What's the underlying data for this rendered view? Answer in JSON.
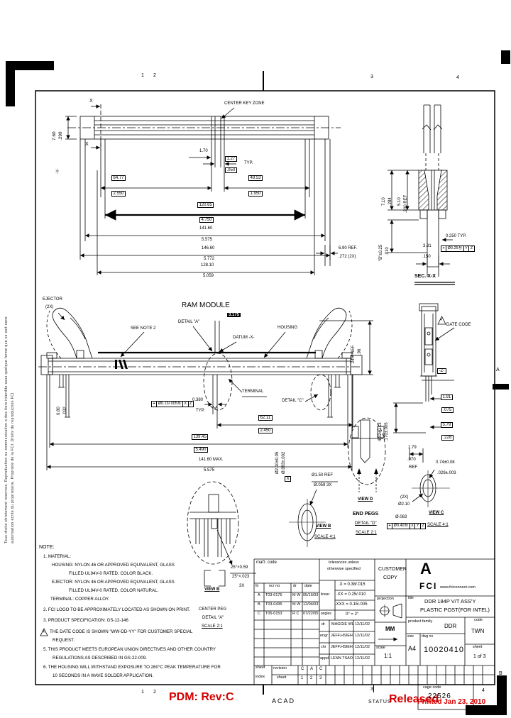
{
  "colors": {
    "ink": "#000000",
    "stamp": "#d40000",
    "paper": "#ffffff"
  },
  "zones": {
    "n1": "1",
    "n2": "2",
    "n3": "3",
    "n4": "4",
    "a": "A",
    "b": "B"
  },
  "margin": {
    "l1": "Tous droits strictement reserves. Reproduction ou communication a des tiers interdite sous quelque forme que ce soit sans",
    "l2": "autorisation ecrite du proprietaire. Propriete de la FCI. Droits de reproduction FCI."
  },
  "tv": {
    "ck": "CENTER KEY ZONE",
    "x": "X",
    "y": "-Y-",
    "h_mm": "7.60",
    "h_in": ".299",
    "d170": "1.70",
    "d127": "1.27",
    "typ": "TYP.",
    "d050": ".050",
    "d6477": "64.77",
    "d2550": "2.550",
    "d4953": "49.53",
    "d1950": "1.950",
    "d12065": "120.65",
    "d4750": "4.750",
    "d14160": "141.60",
    "d5575": "5.575",
    "d14660": "146.60",
    "d5772": "5.772",
    "d12810": "128.10",
    "d5059": "5.059",
    "d690": "6.90 REF.",
    "d272": ".272 (2X)"
  },
  "sx": {
    "label": "SEC. X-X",
    "d710": "7.10",
    "d284": ".284",
    "d510": "5.10",
    "d200": ".200 REF",
    "db": "\"B\"±0.25",
    "d010": ".010",
    "d0250": "0.250 TYP.",
    "d381": "3.81",
    "d150": ".150",
    "fcf_sym": "⌖",
    "fcf_tol": "Ø0.25Ⓜ",
    "fcf_d1": "Y",
    "fcf_d2": "Z"
  },
  "fv": {
    "ejector": "EJECTOR",
    "qty": "(2X)",
    "ram": "RAM MODULE",
    "d3175": "3.175",
    "detail_a": "DETAIL \"A\"",
    "datum_x": "DATUM -X-",
    "housing": "HOUSING",
    "see_note": "SEE NOTE 2",
    "terminal": "TERMINAL",
    "detail_c": "DETAIL \"C\"",
    "d080": "0.80",
    "d032": ".032",
    "fcf_sym": "⌖",
    "fcf_tol": "Ø0.13/.005Ⓜ",
    "fcf_d1": "X",
    "fcf_d2": "Z",
    "d0380": "0.380",
    "typ": "TYP.",
    "d6211": "62.11",
    "d2450": "2.450",
    "d13945": "139.45",
    "d5490": "5.490",
    "d14160": "141.60 MAX.",
    "d5575": "5.575",
    "d244": "24.4 REF.",
    "d96": ".96",
    "d432": "4.32±0.13",
    "d170": ".170±.005",
    "d210": "Ø2.10±0.05",
    "d083": "Ø.083±.002",
    "datum2": "X",
    "d150ref": "Ø1.50 REF",
    "d059": "Ø.059 3X"
  },
  "dt": {
    "flag": "4",
    "date_code": "DATE CODE",
    "datum_z": "-Z-",
    "d191": "1.91",
    "d075": ".075",
    "d579": "5.79",
    "d228": ".228",
    "d179": "1.79",
    "d070": ".070",
    "ref": "REF",
    "d074": "0.74±0.08",
    "d029": ".029±.003",
    "qty": "(2X)",
    "d210": "Ø2.10",
    "d083": "Ø.083",
    "fcf_sym": "⌖",
    "fcf_tol": "Ø0.40Ⓜ",
    "fcf_d1": "X",
    "fcf_d2": "Y",
    "fcf_d3": "Z",
    "view_c": "VIEW C",
    "s41": "SCALE 4:1",
    "view_d": "VIEW D",
    "end_pegs": "END PEGS",
    "detail_d": "DETAIL \"D\"",
    "s21": "SCALE 2:1",
    "view_b": "VIEW B",
    "ch1": "25°×0.59",
    "ch2": "25°×.023",
    "ch3": "3X",
    "center_peg": "CENTER PEG",
    "detail_a": "DETAIL \"A\""
  },
  "notes": {
    "title": "NOTE:",
    "flag": "4",
    "lines": [
      "1. MATERIAL:",
      "HOUSING: NYLON 46 OR APPROVED EQUIVALENT, GLASS",
      "FILLED UL94V-0 RATED, COLOR BLACK.",
      "EJECTOR: NYLON 46 OR APPROVED EQUIVALENT, GLASS",
      "FILLED UL94V-0 RATED, COLOR NATURAL.",
      "TERMINAL: COPPER ALLOY.",
      "2. FCI LOGO TO BE APPROXIMATELY LOCATED AS SHOWN ON PRINT.",
      "3. PRODUCT SPECIFICATION: GS-12-146",
      "THE DATE CODE IS SHOWN \"WW-DD-YY\" FOR CUSTOMER SPECIAL",
      "REQUEST.",
      "5. THIS PRODUCT MEETS EUROPEAN UNION DIRECTIVES AND OTHER COUNTRY",
      "REGULATIONS AS DESCRIBED IN GS-22-009.",
      "6. THE HOUSING WILL WITHSTAND EXPOSURE TO 260°C PEAK TEMPERATURE FOR",
      "10 SECONDS IN A WAVE SOLDER APPLICATION."
    ]
  },
  "tb": {
    "matl": "mat'l. code",
    "h_ltr": "ltr",
    "h_ecr": "ecr no",
    "h_dr": "dr",
    "h_date": "date",
    "revs": [
      {
        "l": "A",
        "e": "T03-0175",
        "d": "M W",
        "t": "05/16/03"
      },
      {
        "l": "B",
        "e": "T03-0435",
        "d": "M W",
        "t": "12/04/03"
      },
      {
        "l": "C",
        "e": "T05-0153",
        "d": "R C",
        "t": "07/22/05"
      }
    ],
    "tol1": "tolerances unless",
    "tol2": "otherwise specified",
    "linear": "linear",
    "angles": "angles",
    "tx": ".X = 0.38/.015",
    "txx": ".XX = 0.25/.010",
    "txxx": ".XXX = 0.15/.005",
    "tang": "0° = 2°",
    "r_dr": "dr",
    "r_engr": "engr",
    "r_chr": "chr",
    "r_appd": "appd",
    "n_dr": "MAGGIE WL",
    "n_engr": "JEFF.HSIEH",
    "n_chr": "JEFF.HSIEH",
    "n_appd": "LENN TSAO",
    "date": "12/11/02",
    "cust1": "CUSTOMER",
    "cust2": "COPY",
    "proj": "projection",
    "unit": "MM",
    "scale_l": "scale",
    "scale_v": "1:1",
    "logo_a": "A",
    "logo_fci": "FCI",
    "url": "www.fciconnect.com",
    "title_l": "title",
    "title1": "DDR 184P V/T ASS'Y",
    "title2": "PLASTIC POST(FOR INTEL)",
    "fam_l": "product family",
    "fam_v": "DDR",
    "code_l": "code",
    "code_v": "TWN",
    "size_l": "size",
    "size_v": "A4",
    "dwg_l": "dwg no",
    "dwg_v": "10020410",
    "sheet_l": "sheet",
    "sheet_v": "1 of 3",
    "si1": "sheet",
    "si2": "index",
    "row_rev": "revision",
    "row_sheet": "sheet",
    "rv1": "C",
    "rv2": "A",
    "rv3": "C",
    "sv1": "1",
    "sv2": "2",
    "sv3": "3"
  },
  "footer": {
    "acad": "ACAD",
    "pdm": "PDM: Rev:C",
    "status_l": "STATUS",
    "status_v": "Released",
    "cage_l": "cage code",
    "cage_v": "22526",
    "printed": "Printed Jan 23, 2010"
  }
}
